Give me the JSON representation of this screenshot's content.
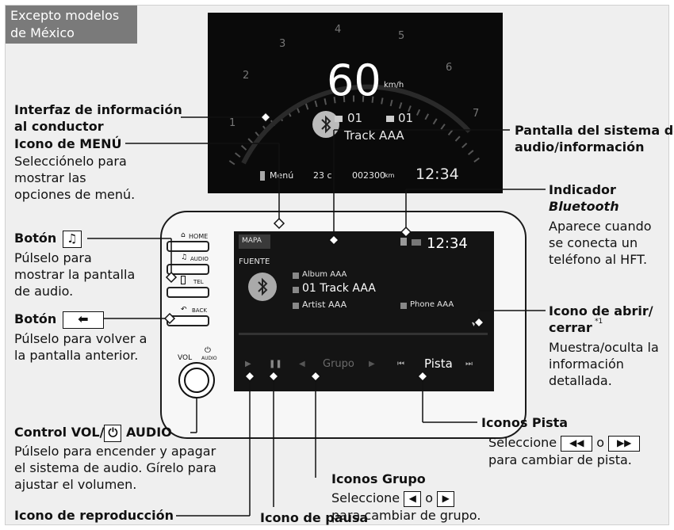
{
  "region_tag": "Excepto modelos de México",
  "cluster": {
    "speed": "60",
    "unit": "km/h",
    "track_nums": [
      "01",
      "01"
    ],
    "track": "Track AAA",
    "menu": "Menú",
    "temp": "23 c",
    "odo": "002300",
    "odo_unit": "km",
    "time": "12:34",
    "gauge_ticks": [
      "1",
      "2",
      "3",
      "4",
      "5",
      "6",
      "7"
    ]
  },
  "head_unit": {
    "buttons": [
      "HOME",
      "AUDIO",
      "TEL",
      "BACK"
    ],
    "vol_label": "VOL",
    "audio_small": "AUDIO",
    "screen": {
      "mapa": "MAPA",
      "time": "12:34",
      "fuente": "FUENTE",
      "album": "Album AAA",
      "track": "01 Track AAA",
      "artist": "Artist AAA",
      "phone": "Phone AAA",
      "grupo": "Grupo",
      "pista": "Pista"
    }
  },
  "labels": {
    "interfaz": "Interfaz de información\nal conductor",
    "menu_title": "Icono de MENÚ",
    "menu_desc": "Selecciónelo para\nmostrar las\nopciones de menú.",
    "boton1": "Botón",
    "boton1_desc": "Púlselo para\nmostrar la pantalla\nde audio.",
    "boton2": "Botón",
    "boton2_desc": "Púlselo para volver a\nla pantalla anterior.",
    "control": "Control  VOL/",
    "control_audio": "AUDIO",
    "control_desc": "Púlselo para encender y apagar\nel sistema de audio. Gírelo para\najustar el volumen.",
    "reproduccion": "Icono de reproducción",
    "pausa": "Icono de pausa",
    "grupo_title": "Iconos Grupo",
    "grupo_desc1": "Seleccione",
    "grupo_desc_o": "o",
    "grupo_desc2": "para cambiar de grupo.",
    "pista_title": "Iconos Pista",
    "pista_desc1": "Seleccione",
    "pista_desc_o": "o",
    "pista_desc2": "para cambiar de pista.",
    "pantalla": "Pantalla del sistema de\naudio/información",
    "indicador": "Indicador",
    "bluetooth": "Bluetooth",
    "indicador_desc": "Aparece cuando\nse conecta un\nteléfono al HFT.",
    "abrir": "Icono de abrir/\ncerrar",
    "abrir_sup": "*1",
    "abrir_desc": "Muestra/oculta la\ninformación\ndetallada."
  }
}
